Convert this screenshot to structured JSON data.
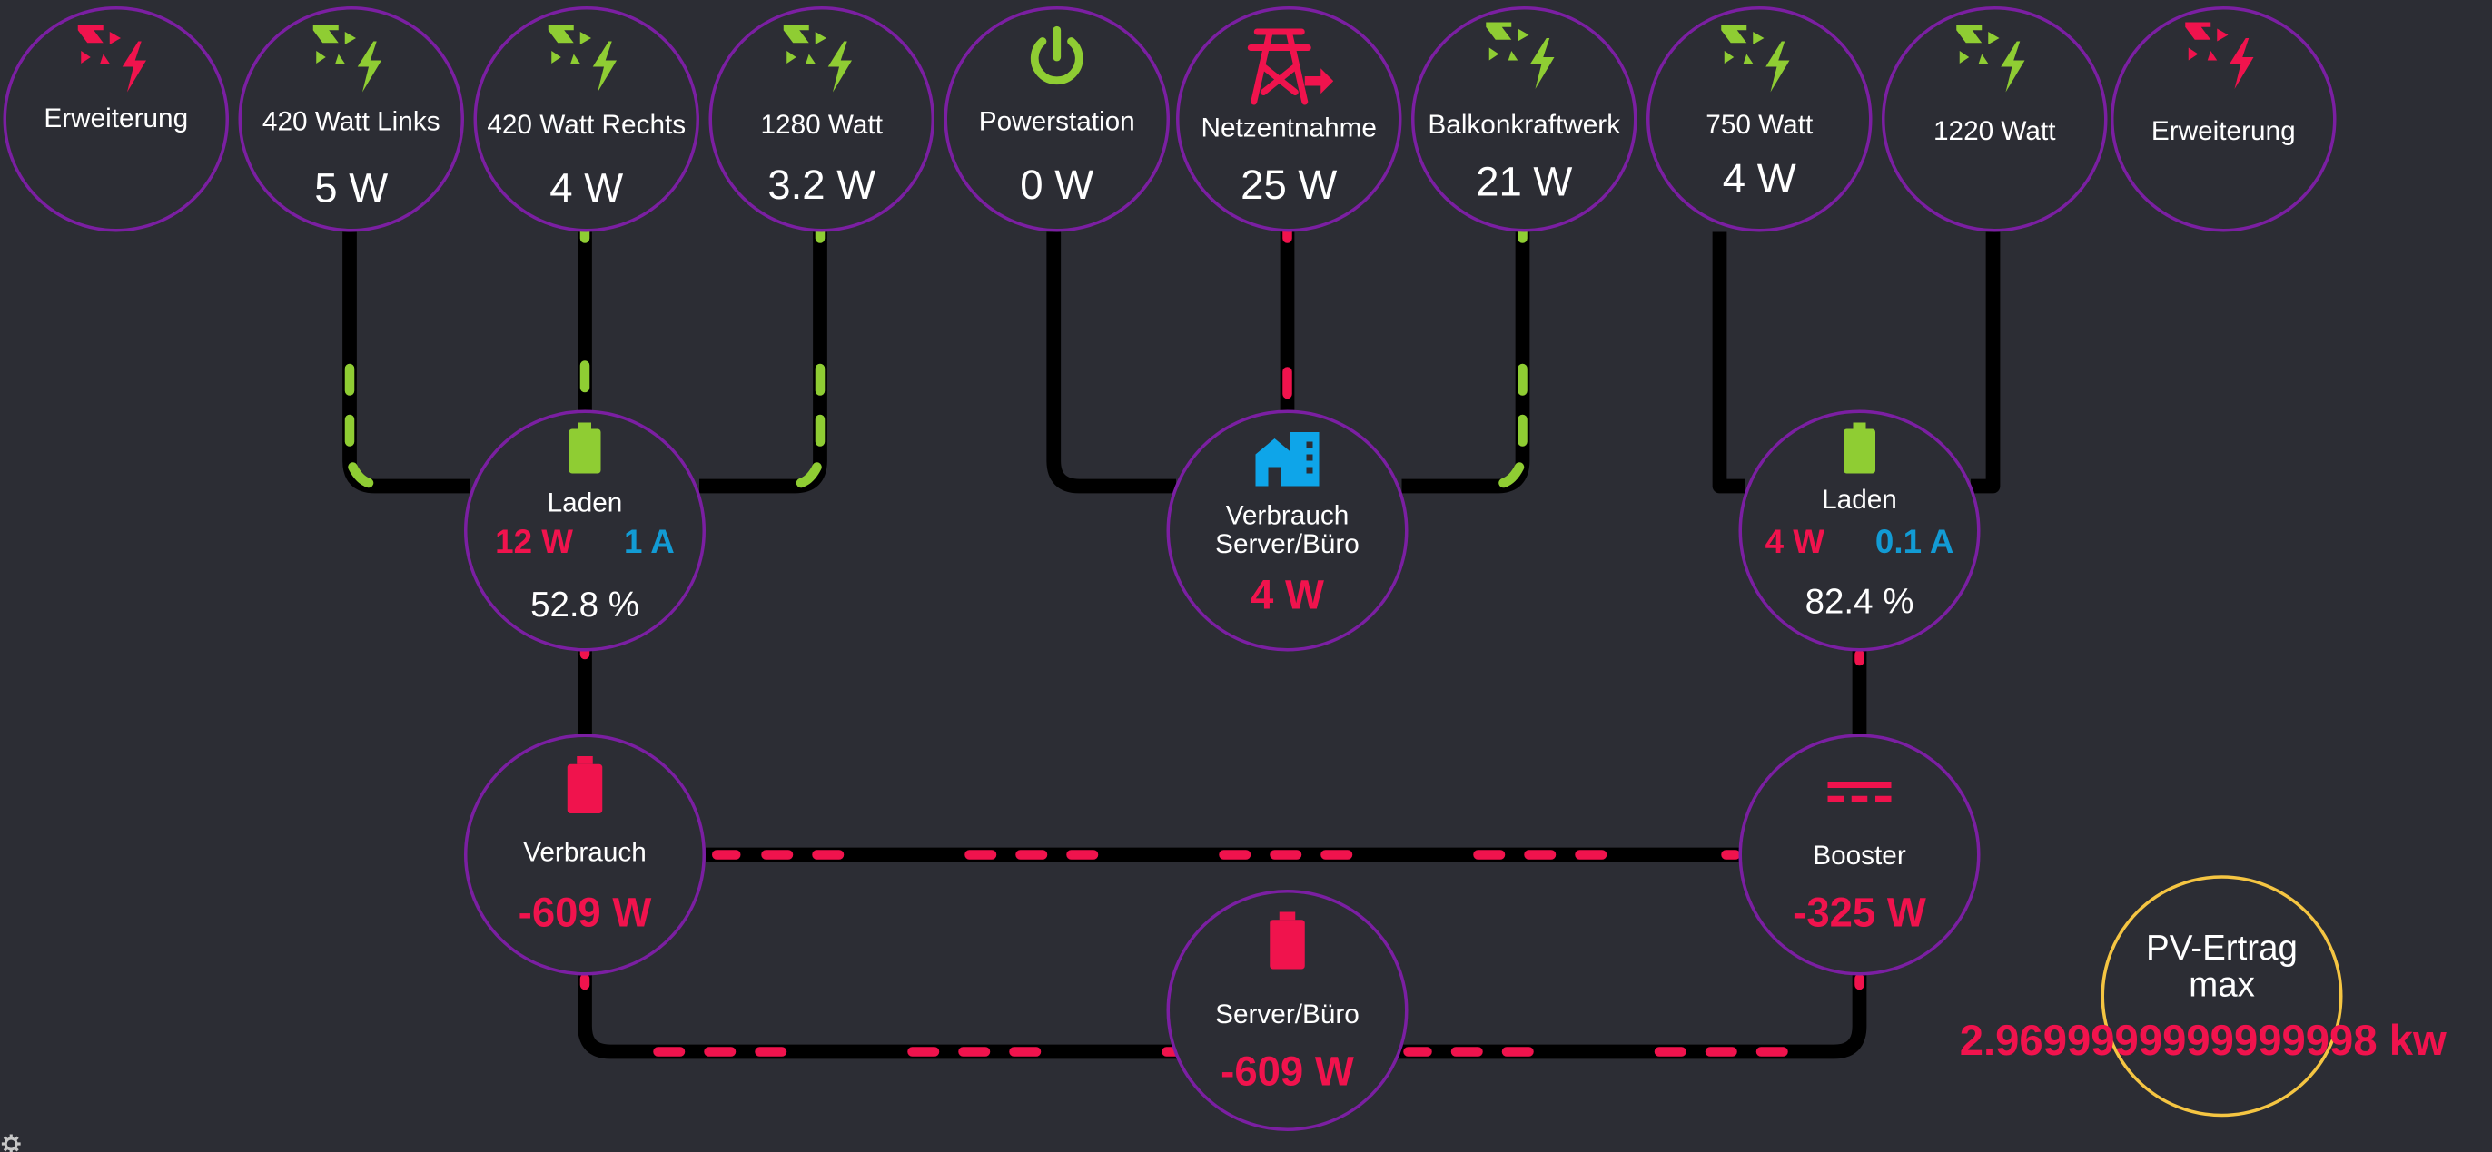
{
  "colors": {
    "background": "#2c2d34",
    "node_border": "#7b1fa2",
    "solar_green": "#8fcd33",
    "alert_red": "#f0134d",
    "current_blue": "#129bd4",
    "house_blue": "#0ea5e9",
    "pv_ring": "#f5c542"
  },
  "top_nodes": [
    {
      "name": "node-erweiterung-left",
      "icon": "solar-panel-icon",
      "icon_color": "red",
      "label": "Erweiterung",
      "value": ""
    },
    {
      "name": "node-420-links",
      "icon": "solar-panel-icon",
      "icon_color": "green",
      "label": "420 Watt Links",
      "value": "5 W"
    },
    {
      "name": "node-420-rechts",
      "icon": "solar-panel-icon",
      "icon_color": "green",
      "label": "420 Watt Rechts",
      "value": "4 W"
    },
    {
      "name": "node-1280-watt",
      "icon": "solar-panel-icon",
      "icon_color": "green",
      "label": "1280 Watt",
      "value": "3.2 W"
    },
    {
      "name": "node-powerstation",
      "icon": "power-icon",
      "icon_color": "green",
      "label": "Powerstation",
      "value": "0 W"
    },
    {
      "name": "node-netzentnahme",
      "icon": "grid-tower-icon",
      "icon_color": "red",
      "label": "Netzentnahme",
      "value": "25 W"
    },
    {
      "name": "node-balkonkraftwerk",
      "icon": "solar-panel-icon",
      "icon_color": "green",
      "label": "Balkonkraftwerk",
      "value": "21 W"
    },
    {
      "name": "node-750-watt",
      "icon": "solar-panel-icon",
      "icon_color": "green",
      "label": "750 Watt",
      "value": "4 W"
    },
    {
      "name": "node-1220-watt",
      "icon": "solar-panel-icon",
      "icon_color": "green",
      "label": "1220 Watt",
      "value": ""
    },
    {
      "name": "node-erweiterung-right",
      "icon": "solar-panel-icon",
      "icon_color": "red",
      "label": "Erweiterung",
      "value": ""
    }
  ],
  "battery_left": {
    "icon": "battery-icon",
    "label": "Laden",
    "power": "12 W",
    "current": "1 A",
    "percent": "52.8 %"
  },
  "battery_right": {
    "icon": "battery-icon",
    "label": "Laden",
    "power": "4 W",
    "current": "0.1 A",
    "percent": "82.4 %"
  },
  "house": {
    "icon": "house-icon",
    "label_line1": "Verbrauch",
    "label_line2": "Server/Büro",
    "value": "4 W"
  },
  "verbrauch": {
    "icon": "battery-icon",
    "label": "Verbrauch",
    "value": "-609 W"
  },
  "booster": {
    "icon": "dc-current-icon",
    "label": "Booster",
    "value": "-325 W"
  },
  "server": {
    "icon": "battery-icon",
    "label": "Server/Büro",
    "value": "-609 W"
  },
  "pv": {
    "title_line1": "PV-Ertrag",
    "title_line2": "max",
    "value": "2.9699999999999998 kw"
  },
  "settings": {
    "icon": "gear-icon"
  }
}
